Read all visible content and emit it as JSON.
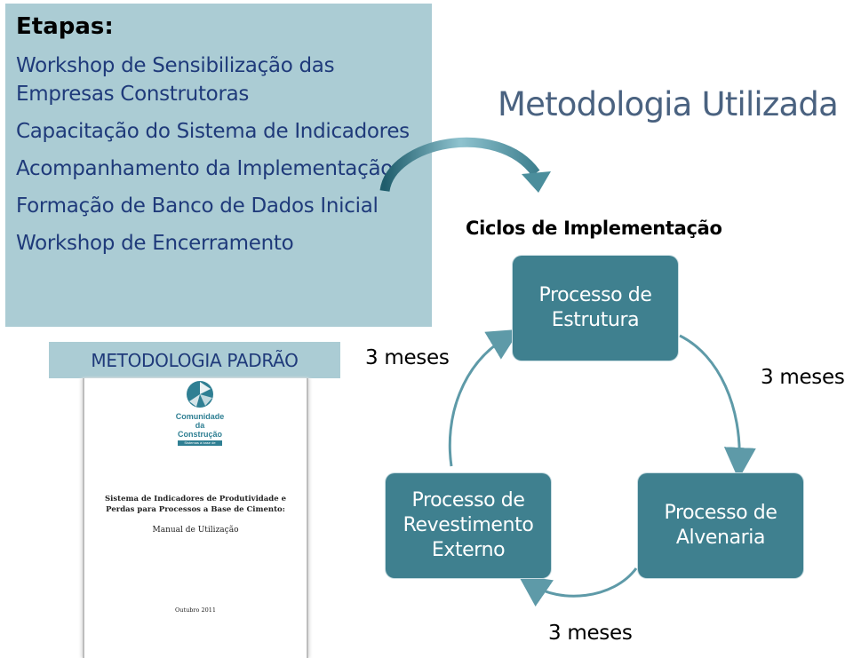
{
  "etapas": {
    "title": "Etapas:",
    "items": [
      "Workshop de Sensibilização das Empresas Construtoras",
      "Capacitação do Sistema de Indicadores",
      "Acompanhamento da Implementação",
      "Formação de Banco de Dados Inicial",
      "Workshop de Encerramento"
    ]
  },
  "metodologia_padrao": {
    "label": "METODOLOGIA PADRÃO",
    "manual": {
      "logo_line1": "Comunidade",
      "logo_line2": "da Construção",
      "logo_tagline": "Sistemas à base de cimento",
      "title": "Sistema de Indicadores de Produtividade e Perdas para Processos a Base de Cimento:",
      "subtitle": "Manual de Utilização",
      "date": "Outubro 2011"
    }
  },
  "main_heading": "Metodologia Utilizada",
  "ciclos": {
    "title": "Ciclos de Implementação",
    "nodes": {
      "estrutura": "Processo de Estrutura",
      "revestimento": "Processo de Revestimento Externo",
      "alvenaria": "Processo de Alvenaria"
    },
    "durations": {
      "left": "3 meses",
      "right": "3 meses",
      "bottom": "3 meses"
    }
  },
  "colors": {
    "stage_box": "#abccd4",
    "node_fill": "#3f808f",
    "heading": "#4a6280",
    "stage_text": "#1f3a7a"
  }
}
